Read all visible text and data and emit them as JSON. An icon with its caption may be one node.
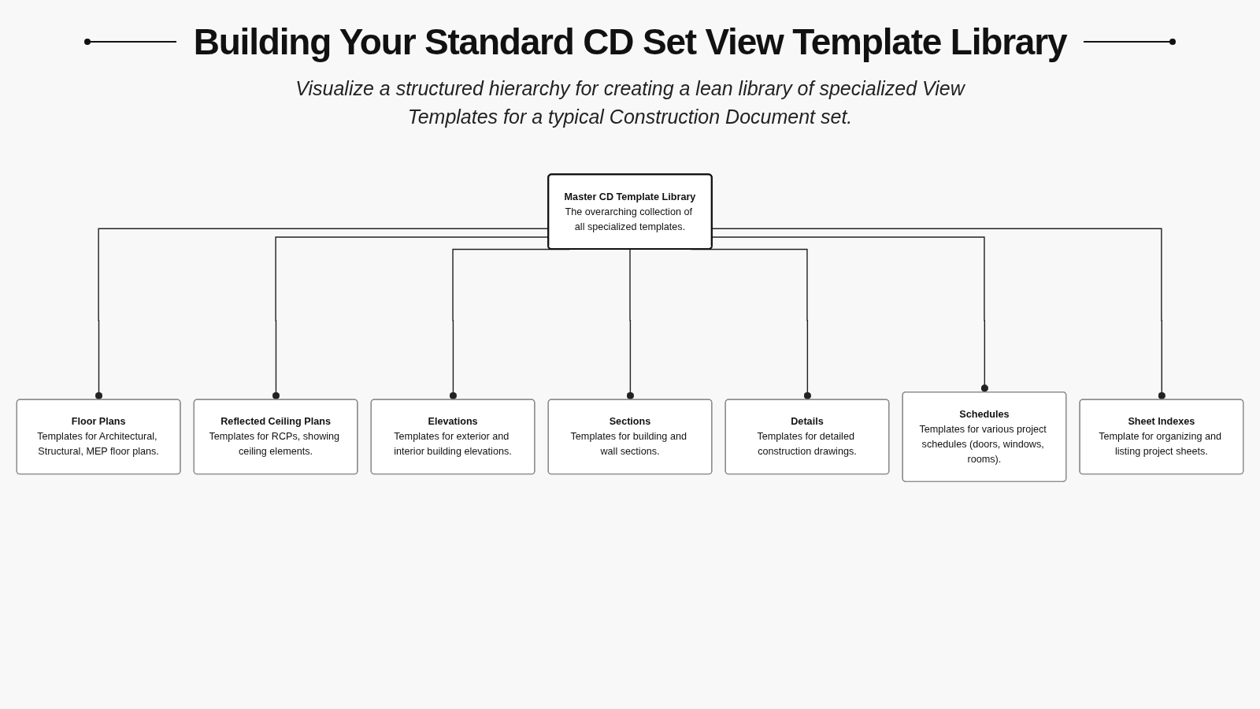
{
  "diagram": {
    "title": "Building Your Standard CD Set View Template Library",
    "nodes": [
      {
        "text": [
          "Master CD Template Library",
          "The overarching collection of all specialized templates."
        ]
      },
      {
        "text": [
          "Floor Plans",
          "Templates for Architectural, Structural, MEP floor plans."
        ]
      },
      {
        "text": [
          "Reflected Ceiling Plans",
          "Templates for RCPs, showing ceiling elements."
        ]
      },
      {
        "text": [
          "Elevations",
          "Templates for exterior and interior building elevations."
        ]
      },
      {
        "text": [
          "Sections",
          "Templates for building and wall sections."
        ]
      },
      {
        "text": [
          "Details",
          "Templates for detailed construction drawings."
        ]
      },
      {
        "text": [
          "Schedules",
          "Templates for various project schedules (doors, windows, rooms)."
        ]
      },
      {
        "text": [
          "Sheet Indexes",
          "Template for organizing and listing project sheets."
        ]
      }
    ],
    "edges": [
      {
        "from": 0,
        "to": 1,
        "arrow": "other"
      },
      {
        "from": 0,
        "to": 2,
        "arrow": "other"
      },
      {
        "from": 0,
        "to": 3,
        "arrow": "other"
      },
      {
        "from": 0,
        "to": 4,
        "arrow": "other"
      },
      {
        "from": 0,
        "to": 5,
        "arrow": "other"
      },
      {
        "from": 0,
        "to": 6,
        "arrow": "other"
      },
      {
        "from": 0,
        "to": 7,
        "arrow": "other"
      }
    ],
    "labels": [
      "Visualize a structured hierarchy for creating a lean library of specialized View Templates for a typical Construction Document set."
    ]
  }
}
